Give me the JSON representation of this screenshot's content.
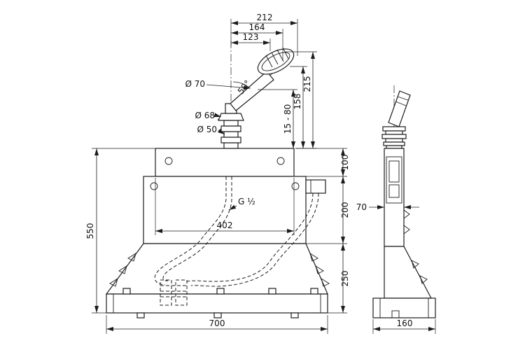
{
  "front_view": {
    "dims": {
      "d212": "212",
      "d164": "164",
      "d123": "123",
      "d215": "215",
      "d158": "158",
      "d1580": "15 - 80",
      "dia70": "Ø 70",
      "dia68": "Ø 68",
      "dia50": "Ø 50",
      "angle": "50°",
      "d100": "100",
      "d200": "200",
      "d250": "250",
      "d550": "550",
      "d402": "402",
      "thread": "G ½",
      "d700": "700"
    }
  },
  "side_view": {
    "dims": {
      "d70": "70",
      "d160": "160"
    }
  }
}
